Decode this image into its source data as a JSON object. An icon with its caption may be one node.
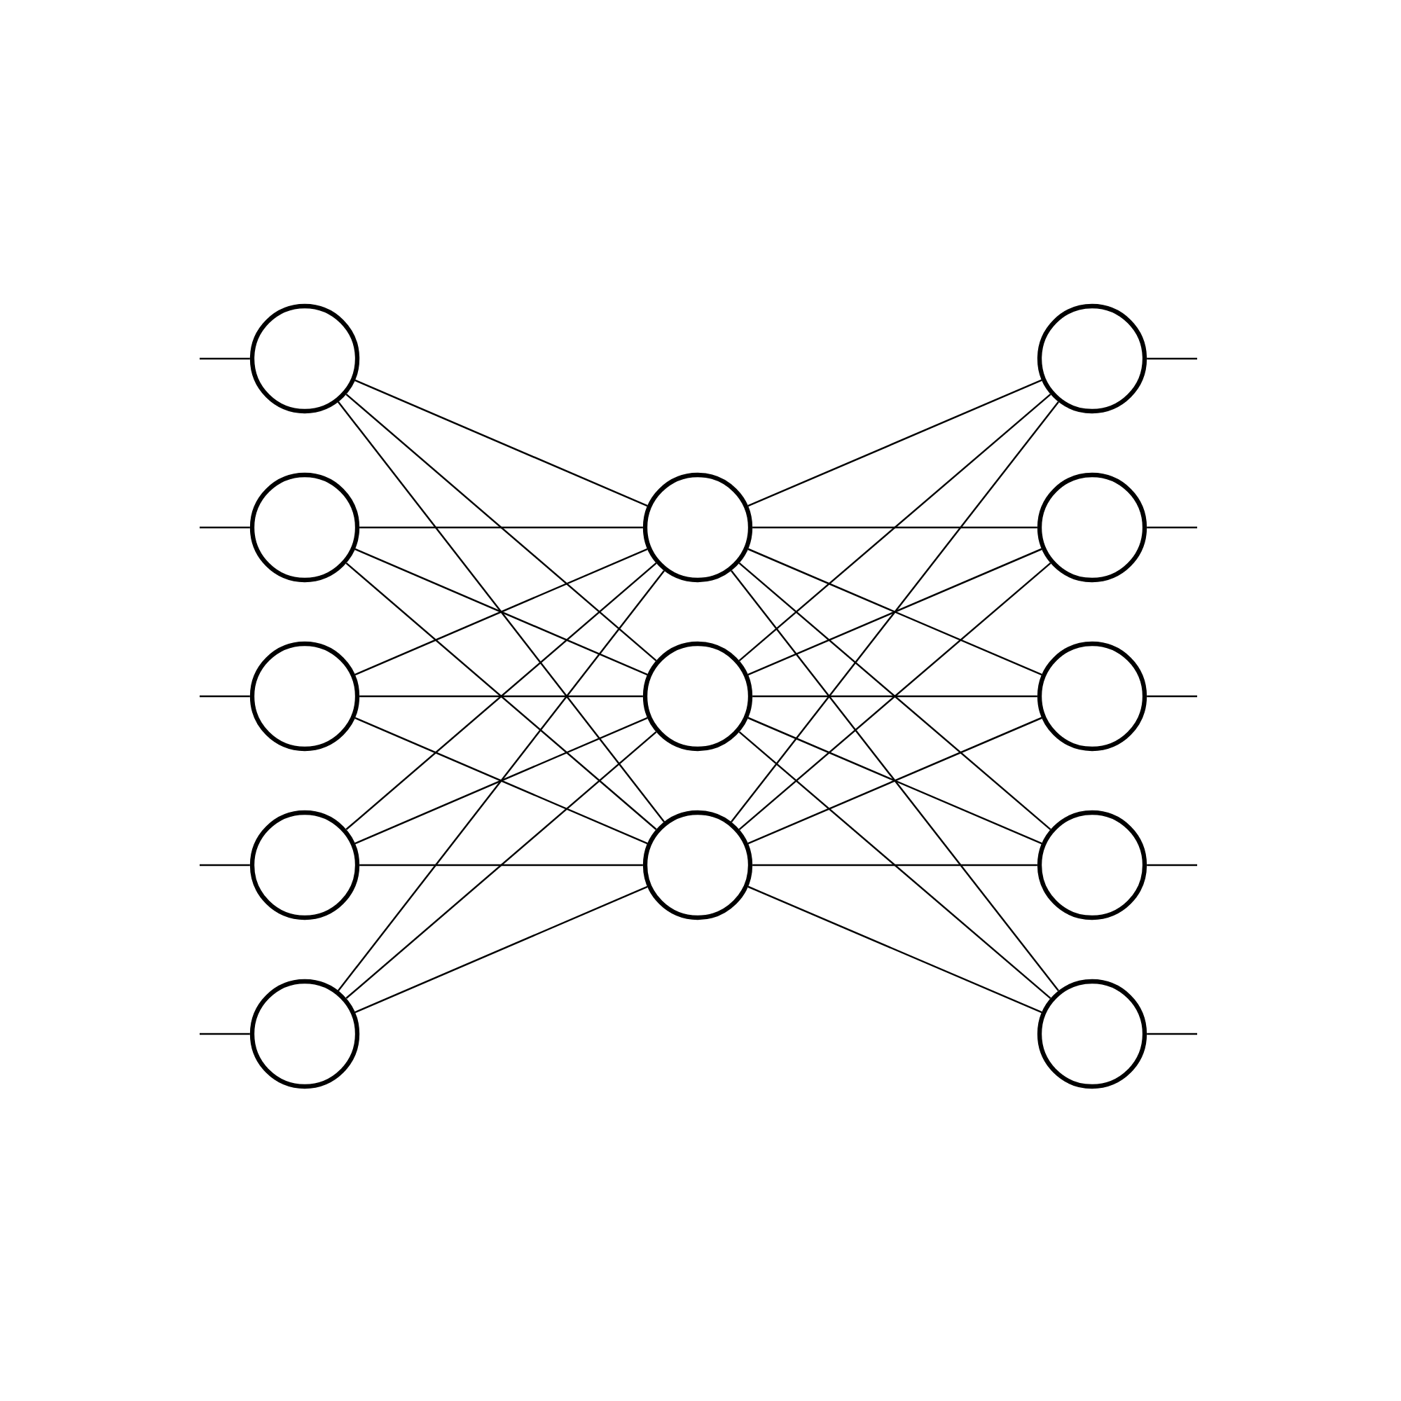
{
  "diagram": {
    "nodes": [
      {
        "text": [],
        "shape": "circle"
      },
      {
        "text": [],
        "shape": "circle"
      },
      {
        "text": [],
        "shape": "circle"
      },
      {
        "text": [],
        "shape": "circle"
      },
      {
        "text": [],
        "shape": "circle"
      },
      {
        "text": [],
        "shape": "circle"
      },
      {
        "text": [],
        "shape": "circle"
      },
      {
        "text": [],
        "shape": "circle"
      },
      {
        "text": [],
        "shape": "circle"
      },
      {
        "text": [],
        "shape": "circle"
      },
      {
        "text": [],
        "shape": "circle"
      },
      {
        "text": [],
        "shape": "circle"
      },
      {
        "text": [],
        "shape": "circle"
      }
    ],
    "edges": [
      {
        "from": null,
        "to": 0,
        "arrow": "none"
      },
      {
        "from": null,
        "to": 1,
        "arrow": "none"
      },
      {
        "from": null,
        "to": 2,
        "arrow": "none"
      },
      {
        "from": null,
        "to": 3,
        "arrow": "none"
      },
      {
        "from": null,
        "to": 4,
        "arrow": "none"
      },
      {
        "from": 0,
        "to": 5,
        "arrow": "none"
      },
      {
        "from": 0,
        "to": 6,
        "arrow": "none"
      },
      {
        "from": 0,
        "to": 7,
        "arrow": "none"
      },
      {
        "from": 1,
        "to": 5,
        "arrow": "none"
      },
      {
        "from": 1,
        "to": 6,
        "arrow": "none"
      },
      {
        "from": 1,
        "to": 7,
        "arrow": "none"
      },
      {
        "from": 2,
        "to": 5,
        "arrow": "none"
      },
      {
        "from": 2,
        "to": 6,
        "arrow": "none"
      },
      {
        "from": 2,
        "to": 7,
        "arrow": "none"
      },
      {
        "from": 3,
        "to": 5,
        "arrow": "none"
      },
      {
        "from": 3,
        "to": 6,
        "arrow": "none"
      },
      {
        "from": 3,
        "to": 7,
        "arrow": "none"
      },
      {
        "from": 4,
        "to": 5,
        "arrow": "none"
      },
      {
        "from": 4,
        "to": 6,
        "arrow": "none"
      },
      {
        "from": 4,
        "to": 7,
        "arrow": "none"
      },
      {
        "from": 5,
        "to": 8,
        "arrow": "none"
      },
      {
        "from": 5,
        "to": 9,
        "arrow": "none"
      },
      {
        "from": 5,
        "to": 10,
        "arrow": "none"
      },
      {
        "from": 5,
        "to": 11,
        "arrow": "none"
      },
      {
        "from": 5,
        "to": 12,
        "arrow": "none"
      },
      {
        "from": 6,
        "to": 8,
        "arrow": "none"
      },
      {
        "from": 6,
        "to": 9,
        "arrow": "none"
      },
      {
        "from": 6,
        "to": 10,
        "arrow": "none"
      },
      {
        "from": 6,
        "to": 11,
        "arrow": "none"
      },
      {
        "from": 6,
        "to": 12,
        "arrow": "none"
      },
      {
        "from": 7,
        "to": 8,
        "arrow": "none"
      },
      {
        "from": 7,
        "to": 9,
        "arrow": "none"
      },
      {
        "from": 7,
        "to": 10,
        "arrow": "none"
      },
      {
        "from": 7,
        "to": 11,
        "arrow": "none"
      },
      {
        "from": 7,
        "to": 12,
        "arrow": "none"
      },
      {
        "from": 8,
        "to": null,
        "arrow": "none"
      },
      {
        "from": 9,
        "to": null,
        "arrow": "none"
      },
      {
        "from": 10,
        "to": null,
        "arrow": "none"
      },
      {
        "from": 11,
        "to": null,
        "arrow": "none"
      },
      {
        "from": 12,
        "to": null,
        "arrow": "none"
      }
    ]
  }
}
